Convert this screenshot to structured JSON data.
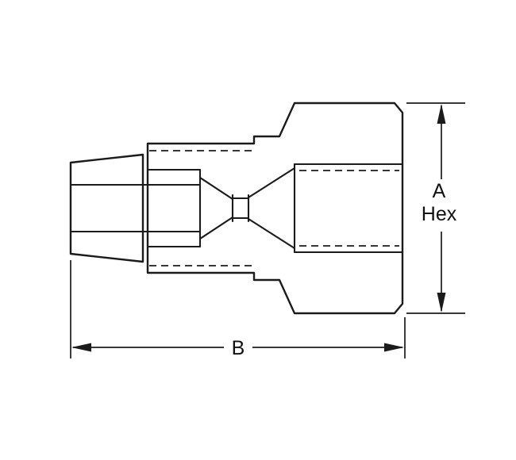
{
  "drawing": {
    "background_color": "#ffffff",
    "line_color": "#1b1b1b",
    "dimension_a": {
      "label": "A",
      "sublabel": "Hex"
    },
    "dimension_b": {
      "label": "B"
    }
  }
}
